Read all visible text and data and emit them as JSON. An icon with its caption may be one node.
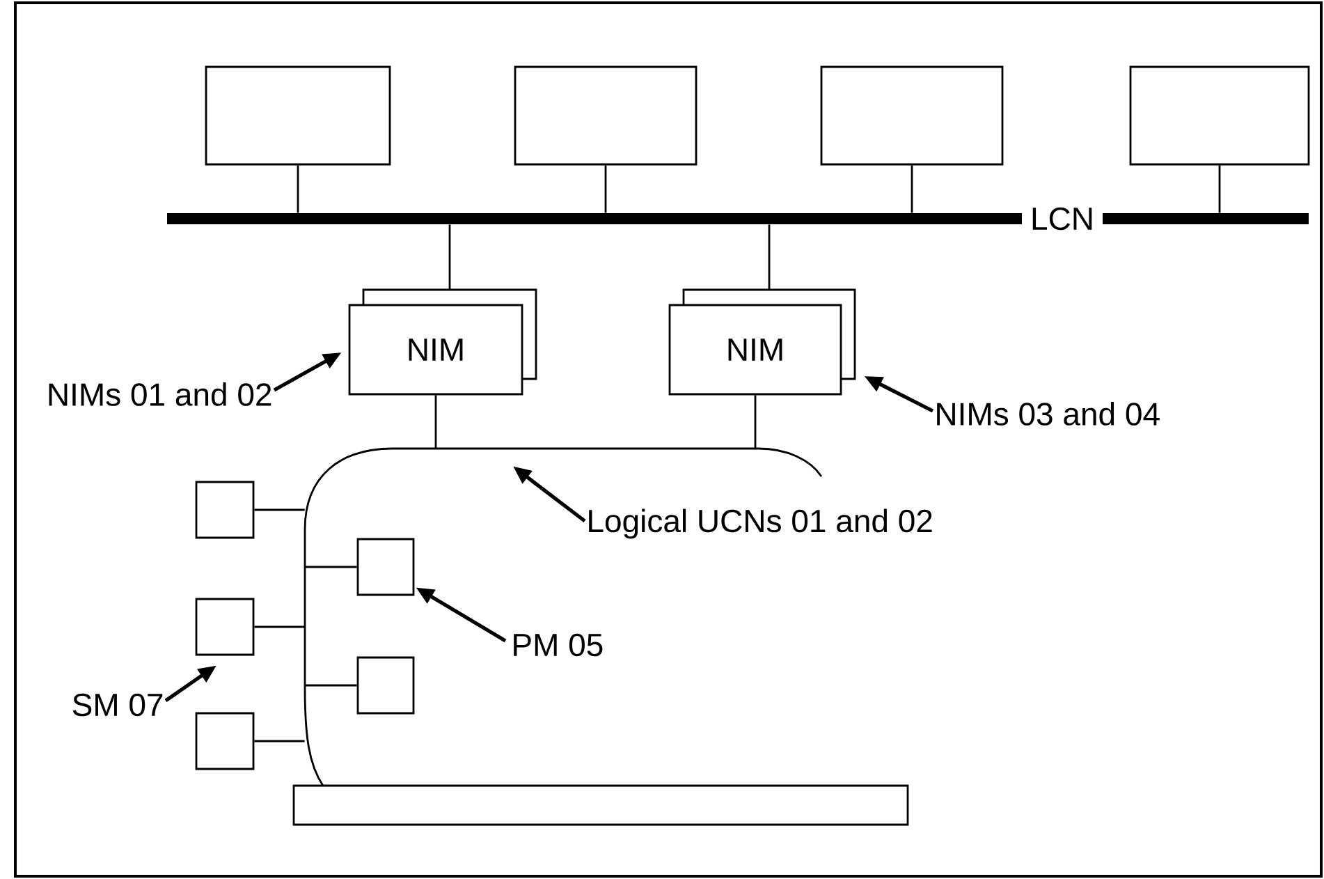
{
  "diagram": {
    "nodes": [
      {
        "text": [],
        "shape": "box"
      },
      {
        "text": [],
        "shape": "box"
      },
      {
        "text": [],
        "shape": "box"
      },
      {
        "text": [],
        "shape": "box"
      },
      {
        "text": [],
        "shape": "line"
      },
      {
        "text": [
          "NIM"
        ]
      },
      {
        "text": [
          "NIM"
        ]
      },
      {
        "text": [],
        "shape": "curve"
      },
      {
        "text": [],
        "shape": "bar"
      },
      {
        "text": [],
        "shape": "box"
      },
      {
        "text": [],
        "shape": "box"
      },
      {
        "text": [],
        "shape": "box"
      },
      {
        "text": [],
        "shape": "box",
        "in": 7
      },
      {
        "text": [],
        "shape": "box",
        "in": 7
      },
      {
        "text": [
          "NIMs 01 and 02"
        ]
      },
      {
        "text": [
          "NIMs 03 and 04"
        ]
      },
      {
        "text": [
          "Logical UCNs 01 and 02"
        ]
      },
      {
        "text": [
          "PM 05"
        ],
        "in": 7
      },
      {
        "text": [
          "SM 07"
        ]
      }
    ],
    "edges": [
      {
        "from": 0,
        "to": 4,
        "arrow": "none"
      },
      {
        "from": 1,
        "to": 4,
        "arrow": "none"
      },
      {
        "from": 2,
        "to": 4,
        "arrow": "none"
      },
      {
        "from": 3,
        "to": 4,
        "arrow": "none"
      },
      {
        "from": 4,
        "to": 5,
        "arrow": "none"
      },
      {
        "from": 4,
        "to": 6,
        "arrow": "none"
      },
      {
        "from": 5,
        "to": 7,
        "arrow": "none"
      },
      {
        "from": 6,
        "to": 7,
        "arrow": "none"
      },
      {
        "from": 9,
        "to": 7,
        "arrow": "none"
      },
      {
        "from": 10,
        "to": 7,
        "arrow": "none"
      },
      {
        "from": 11,
        "to": 7,
        "arrow": "none"
      },
      {
        "from": 7,
        "to": 12,
        "arrow": "none"
      },
      {
        "from": 7,
        "to": 13,
        "arrow": "none"
      },
      {
        "from": 14,
        "to": 5,
        "arrow": "to"
      },
      {
        "from": 15,
        "to": 6,
        "arrow": "to"
      },
      {
        "from": 16,
        "to": 7,
        "arrow": "to"
      },
      {
        "from": 17,
        "to": 12,
        "arrow": "to"
      },
      {
        "from": 18,
        "to": 10,
        "arrow": "to"
      }
    ],
    "labels": [
      "LCN"
    ]
  }
}
